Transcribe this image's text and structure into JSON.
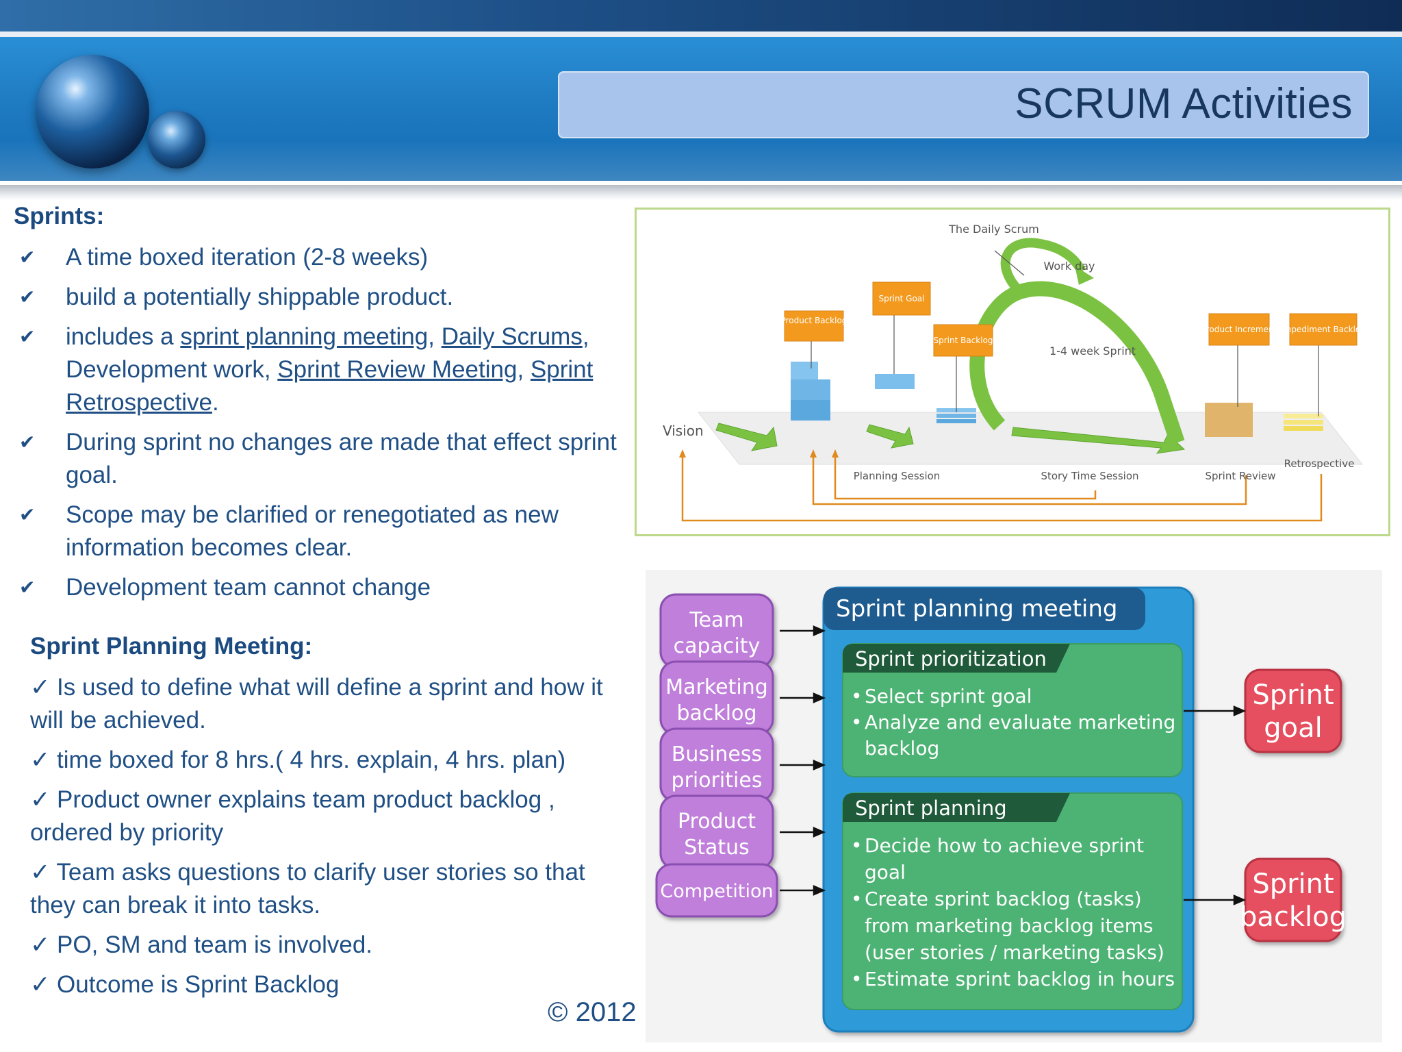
{
  "slide": {
    "title": "SCRUM Activities",
    "copyright": "© 2012"
  },
  "sprints": {
    "heading": "Sprints:",
    "bullet_icon": "checkmark-icon",
    "items": [
      {
        "text": "A time boxed iteration (2-8 weeks)"
      },
      {
        "text": "build a potentially shippable product."
      },
      {
        "parts": [
          "includes a ",
          "sprint planning meeting",
          ", ",
          "Daily Scrums",
          ", Development work, ",
          "Sprint Review Meeting",
          ", ",
          "Sprint Retrospective",
          "."
        ]
      },
      {
        "text": "During sprint no changes are made that effect sprint goal."
      },
      {
        "text": "Scope may be clarified or renegotiated as new information becomes clear."
      },
      {
        "text": "Development team cannot change"
      }
    ]
  },
  "planning_meeting": {
    "heading": "Sprint Planning Meeting:",
    "items": [
      "✓ Is used to define what will define a sprint and how it will be achieved.",
      "✓ time boxed for 8 hrs.( 4 hrs. explain, 4 hrs. plan)",
      "✓ Product owner explains team product backlog , ordered by priority",
      "✓ Team asks questions to clarify user stories so that they can break it into tasks.",
      "✓ PO, SM and team is involved.",
      "✓ Outcome is Sprint Backlog"
    ]
  },
  "scrum_flow": {
    "daily_scrum": "The Daily Scrum",
    "work_day": "Work day",
    "sprint_length": "1-4 week Sprint",
    "vision": "Vision",
    "boxes": {
      "product_backlog": "Product Backlog",
      "sprint_goal": "Sprint Goal",
      "sprint_backlog": "Sprint Backlog",
      "product_increment": "Product Increment",
      "impediment_backlog": "Impediment Backlog"
    },
    "stages": {
      "planning": "Planning Session",
      "story_time": "Story Time Session",
      "review": "Sprint Review",
      "retro": "Retrospective"
    },
    "colors": {
      "box": "#f39a1e",
      "arrow": "#7cc242",
      "line": "#e08a1e"
    }
  },
  "planning_diagram": {
    "inputs": [
      "Team capacity",
      "Marketing backlog",
      "Business priorities",
      "Product Status",
      "Competition"
    ],
    "meeting_title": "Sprint planning meeting",
    "prioritization": {
      "title": "Sprint prioritization",
      "bullets": [
        "Select sprint goal",
        "Analyze and evaluate marketing backlog"
      ]
    },
    "planning": {
      "title": "Sprint planning",
      "bullets": [
        "Decide how to achieve sprint goal",
        "Create sprint backlog (tasks) from marketing backlog items (user stories / marketing tasks)",
        "Estimate sprint backlog in hours"
      ]
    },
    "outputs": [
      "Sprint goal",
      "Sprint backlog"
    ],
    "colors": {
      "input": "#c07fdb",
      "meeting": "#2d9ad8",
      "section": "#4db374",
      "output": "#e5505f"
    }
  }
}
